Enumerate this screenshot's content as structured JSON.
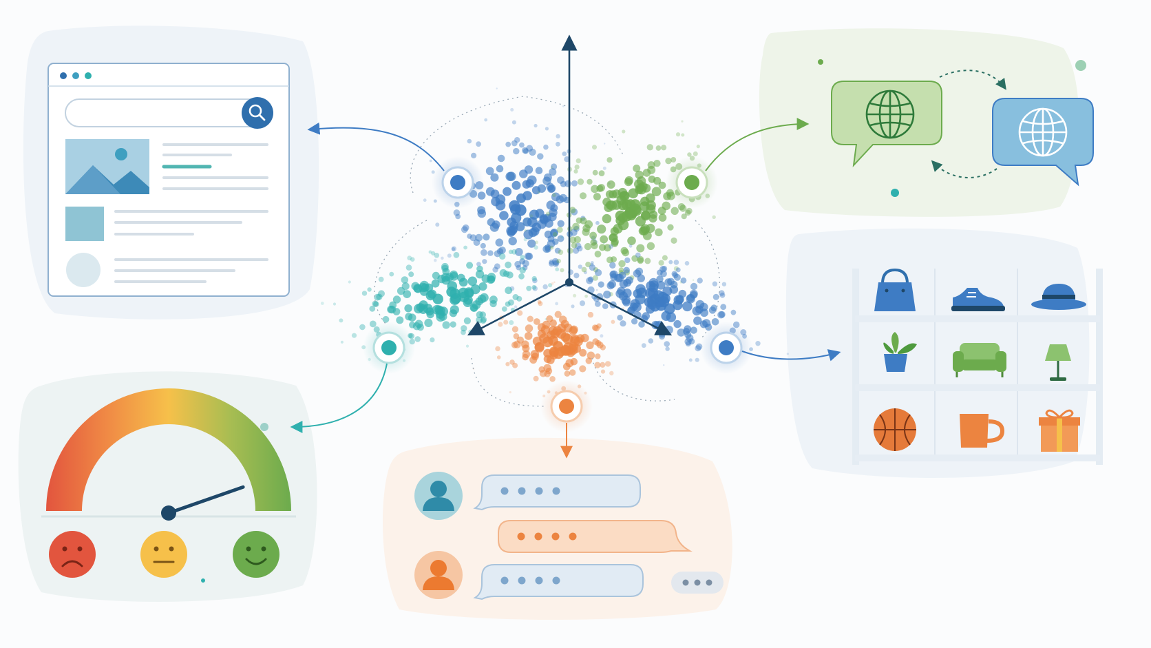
{
  "colors": {
    "blue": "#3e7cc4",
    "blue_light": "#8fb6de",
    "teal": "#2fb0ae",
    "green": "#6cab4d",
    "orange": "#ec8440",
    "navy": "#1e4768",
    "search_button": "#2f6fad",
    "panel_blue_bg": "#eef3f8",
    "panel_green_bg": "#eef4e9",
    "panel_orange_bg": "#fcf2ea",
    "panel_teal_bg": "#edf3f3",
    "gauge_red": "#e2553e",
    "gauge_yellow": "#f6c04a",
    "gauge_green": "#6cab4d"
  },
  "gauge": {
    "level": 0.82
  },
  "clusters": [
    {
      "id": "search",
      "color": "blue"
    },
    {
      "id": "translation",
      "color": "green"
    },
    {
      "id": "sentiment",
      "color": "teal"
    },
    {
      "id": "recommendation",
      "color": "blue"
    },
    {
      "id": "chat",
      "color": "orange"
    }
  ],
  "icons": {
    "search": "magnifier-icon",
    "image": "image-placeholder-icon",
    "globe": "globe-icon",
    "bag": "handbag-icon",
    "shoe": "sneaker-icon",
    "hat": "hat-icon",
    "plant": "potted-plant-icon",
    "sofa": "armchair-icon",
    "lamp": "lamp-icon",
    "ball": "basketball-icon",
    "mug": "mug-icon",
    "gift": "gift-icon",
    "sad": "sad-face-icon",
    "neutral": "neutral-face-icon",
    "happy": "happy-face-icon",
    "user": "user-avatar-icon"
  }
}
